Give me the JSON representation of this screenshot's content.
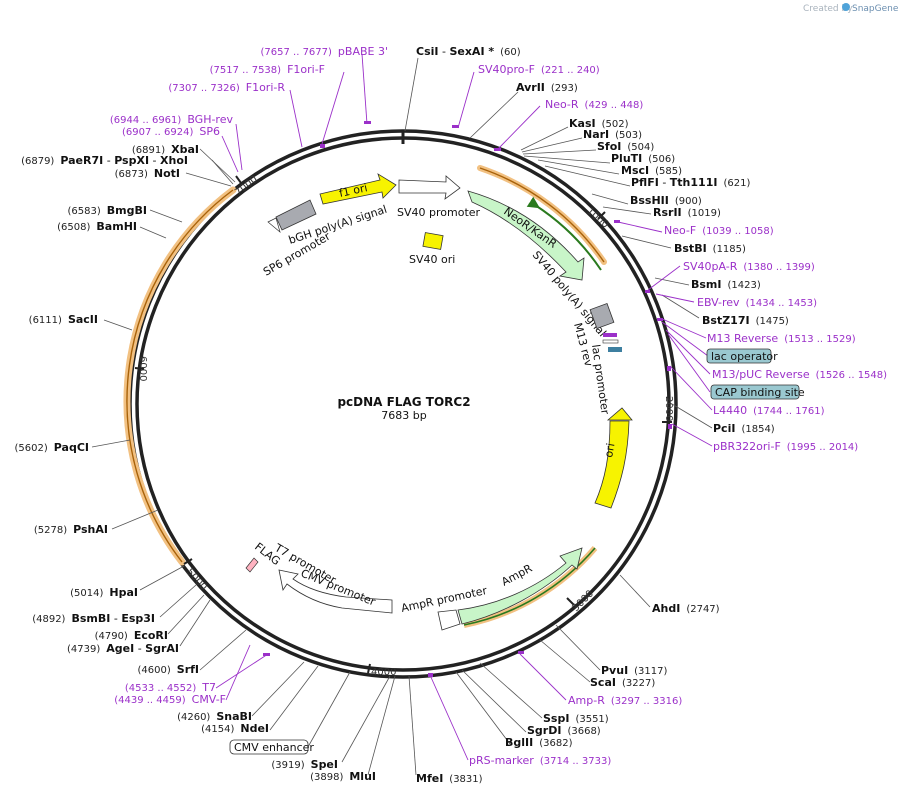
{
  "credit": {
    "prefix": "Created by",
    "brand": "SnapGene"
  },
  "plasmid": {
    "name": "pcDNA FLAG TORC2",
    "length": "7683 bp"
  },
  "ticks": [
    "1000",
    "2000",
    "3000",
    "4000",
    "5000",
    "6000",
    "7000"
  ],
  "enzymes": [
    {
      "name": "CsiI",
      "joiner": " - ",
      "name2": "SexAI *",
      "pos": "(60)"
    },
    {
      "name": "AvrII",
      "pos": "(293)"
    },
    {
      "name": "KasI",
      "pos": "(502)"
    },
    {
      "name": "NarI",
      "pos": "(503)"
    },
    {
      "name": "SfoI",
      "pos": "(504)"
    },
    {
      "name": "PluTI",
      "pos": "(506)"
    },
    {
      "name": "MscI",
      "pos": "(585)"
    },
    {
      "name": "PflFI",
      "joiner": " - ",
      "name2": "Tth111I",
      "pos": "(621)"
    },
    {
      "name": "BssHII",
      "pos": "(900)"
    },
    {
      "name": "RsrII",
      "pos": "(1019)"
    },
    {
      "name": "BstBI",
      "pos": "(1185)"
    },
    {
      "name": "BsmI",
      "pos": "(1423)"
    },
    {
      "name": "BstZ17I",
      "pos": "(1475)"
    },
    {
      "name": "PciI",
      "pos": "(1854)"
    },
    {
      "name": "AhdI",
      "pos": "(2747)"
    },
    {
      "name": "PvuI",
      "pos": "(3117)"
    },
    {
      "name": "ScaI",
      "pos": "(3227)"
    },
    {
      "name": "SspI",
      "pos": "(3551)"
    },
    {
      "name": "SgrDI",
      "pos": "(3668)"
    },
    {
      "name": "BglII",
      "pos": "(3682)"
    },
    {
      "name": "MfeI",
      "pos": "(3831)"
    },
    {
      "name": "MluI",
      "pos": "(3898)"
    },
    {
      "name": "SpeI",
      "pos": "(3919)"
    },
    {
      "name": "NdeI",
      "pos": "(4154)"
    },
    {
      "name": "SnaBI",
      "pos": "(4260)"
    },
    {
      "name": "SrfI",
      "pos": "(4600)"
    },
    {
      "name": "AgeI",
      "joiner": " - ",
      "name2": "SgrAI",
      "pos": "(4739)"
    },
    {
      "name": "EcoRI",
      "pos": "(4790)"
    },
    {
      "name": "BsmBI",
      "joiner": " - ",
      "name2": "Esp3I",
      "pos": "(4892)"
    },
    {
      "name": "HpaI",
      "pos": "(5014)"
    },
    {
      "name": "PshAI",
      "pos": "(5278)"
    },
    {
      "name": "PaqCI",
      "pos": "(5602)"
    },
    {
      "name": "SacII",
      "pos": "(6111)"
    },
    {
      "name": "BamHI",
      "pos": "(6508)"
    },
    {
      "name": "BmgBI",
      "pos": "(6583)"
    },
    {
      "name": "NotI",
      "pos": "(6873)"
    },
    {
      "name": "PaeR7I",
      "joiner": " - ",
      "name2": "PspXI",
      "joiner2": " - ",
      "name3": "XhoI",
      "pos": "(6879)"
    },
    {
      "name": "XbaI",
      "pos": "(6891)"
    }
  ],
  "primers": [
    {
      "name": "pBABE 3'",
      "pos": "(7657 .. 7677)"
    },
    {
      "name": "F1ori-F",
      "pos": "(7517 .. 7538)"
    },
    {
      "name": "F1ori-R",
      "pos": "(7307 .. 7326)"
    },
    {
      "name": "BGH-rev",
      "pos": "(6944 .. 6961)"
    },
    {
      "name": "SP6",
      "pos": "(6907 .. 6924)"
    },
    {
      "name": "SV40pro-F",
      "pos": "(221 .. 240)"
    },
    {
      "name": "Neo-R",
      "pos": "(429 .. 448)"
    },
    {
      "name": "Neo-F",
      "pos": "(1039 .. 1058)"
    },
    {
      "name": "SV40pA-R",
      "pos": "(1380 .. 1399)"
    },
    {
      "name": "EBV-rev",
      "pos": "(1434 .. 1453)"
    },
    {
      "name": "M13 Reverse",
      "pos": "(1513 .. 1529)"
    },
    {
      "name": "M13/pUC Reverse",
      "pos": "(1526 .. 1548)"
    },
    {
      "name": "L4440",
      "pos": "(1744 .. 1761)"
    },
    {
      "name": "pBR322ori-F",
      "pos": "(1995 .. 2014)"
    },
    {
      "name": "Amp-R",
      "pos": "(3297 .. 3316)"
    },
    {
      "name": "pRS-marker",
      "pos": "(3714 .. 3733)"
    },
    {
      "name": "T7",
      "pos": "(4533 .. 4552)"
    },
    {
      "name": "CMV-F",
      "pos": "(4439 .. 4459)"
    }
  ],
  "boxed": {
    "lac_operator": "lac operator",
    "cap_site": "CAP binding site",
    "cmv_enhancer": "CMV enhancer"
  },
  "features": {
    "f1_ori": "f1 ori",
    "sv40_promoter": "SV40 promoter",
    "neo": "NeoR/KanR",
    "sv40_ori": "SV40 ori",
    "sv40_pa": "SV40 poly(A) signal",
    "m13_rev": "M13 rev",
    "lac_promoter": "lac promoter",
    "ori": "ori",
    "ampr": "AmpR",
    "ampr_promoter": "AmpR promoter",
    "cmv_promoter": "CMV promoter",
    "t7_promoter": "T7 promoter",
    "flag": "FLAG",
    "bgh": "bGH poly(A) signal",
    "sp6": "SP6 promoter"
  },
  "colors": {
    "backbone": "#222222",
    "yellow": "#f7f300",
    "green": "#c8f5c8",
    "grey": "#a8aab0",
    "teal": "#9ac8d0",
    "orange": "#f2a44a",
    "primer": "#9b30c9"
  }
}
